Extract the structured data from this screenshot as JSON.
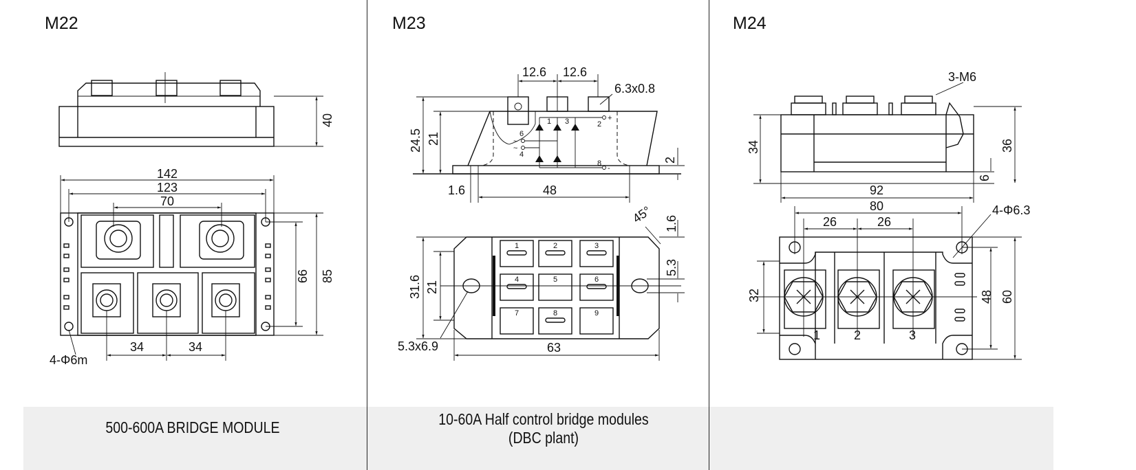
{
  "panels": [
    {
      "title": "M22",
      "caption": "500-600A BRIDGE MODULE",
      "dims": {
        "height": "40",
        "overall_length": "142",
        "hole_spacing": "123",
        "terminal_spacing": "70",
        "hole_vspacing": "66",
        "overall_width": "85",
        "pitch_left": "34",
        "pitch_right": "34",
        "holes": "4-Φ6m"
      }
    },
    {
      "title": "M23",
      "caption_line1": "10-60A Half control bridge modules",
      "caption_line2": "(DBC plant)",
      "dims": {
        "pitch_left": "12.6",
        "pitch_right": "12.6",
        "tab": "6.3x0.8",
        "total_height": "24.5",
        "body_height": "21",
        "base": "2",
        "flange": "1.6",
        "hole_spacing": "48",
        "chamfer": "45°",
        "edge": "1.6",
        "width": "31.6",
        "inner_width": "21",
        "slot_width": "5.3",
        "slot": "5.3x6.9",
        "length": "63"
      },
      "pins": {
        "p1": "1",
        "p2": "2",
        "p3": "3",
        "p4": "4",
        "p6": "6",
        "p8": "8",
        "plus": "+",
        "minus": "-",
        "ac1": "~",
        "ac2": "~"
      },
      "cells": [
        "1",
        "2",
        "3",
        "4",
        "5",
        "6",
        "7",
        "8",
        "9"
      ]
    },
    {
      "title": "M24",
      "caption": "",
      "dims": {
        "screws": "3-M6",
        "body_height": "34",
        "total_height": "36",
        "base": "6",
        "length": "92",
        "hole_spacing": "80",
        "pitch_left": "26",
        "pitch_right": "26",
        "holes": "4-Φ6.3",
        "inner_width": "32",
        "hole_vspacing": "48",
        "width": "60"
      },
      "terminals": [
        "1",
        "2",
        "3"
      ]
    }
  ]
}
